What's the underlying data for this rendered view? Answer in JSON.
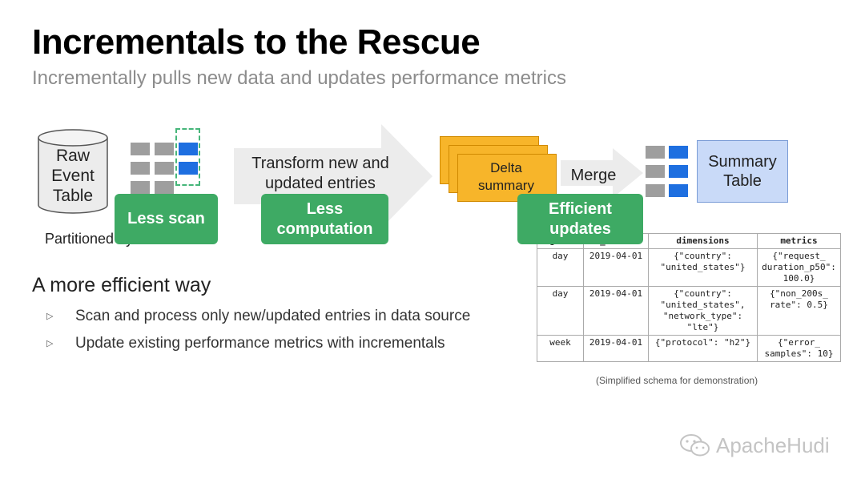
{
  "header": {
    "title": "Incrementals to the Rescue",
    "subtitle": "Incrementally pulls new data and updates performance metrics"
  },
  "diagram": {
    "source_label": "Raw\nEvent\nTable",
    "partitioned_label": "Partitioned by",
    "transform_label": "Transform new and\nupdated entries",
    "delta_label": "Delta\nsummary",
    "merge_label": "Merge",
    "summary_label": "Summary\nTable",
    "badges": {
      "less_scan": "Less scan",
      "less_computation": "Less\ncomputation",
      "efficient_updates": "Efficient\nupdates"
    }
  },
  "section": {
    "heading": "A more efficient way",
    "bullets": [
      "Scan and process only new/updated entries in data source",
      "Update existing performance metrics with incrementals"
    ]
  },
  "schema_table": {
    "headers": [
      "gate",
      "_start",
      "dimensions",
      "metrics"
    ],
    "rows": [
      [
        "day",
        "2019-04-01",
        "{\"country\":\n\"united_states\"}",
        "{\"request_\nduration_p50\":\n100.0}"
      ],
      [
        "day",
        "2019-04-01",
        "{\"country\":\n\"united_states\",\n\"network_type\":\n\"lte\"}",
        "{\"non_200s_\nrate\": 0.5}"
      ],
      [
        "week",
        "2019-04-01",
        "{\"protocol\": \"h2\"}",
        "{\"error_\nsamples\": 10}"
      ]
    ],
    "caption": "(Simplified schema for demonstration)"
  },
  "watermark": "ApacheHudi",
  "colors": {
    "green": "#3eaa64",
    "blue": "#1e6fe0",
    "orange": "#f7b52a",
    "summary_fill": "#c9daf8",
    "grey_cell": "#9e9e9e",
    "arrow": "#ececec"
  }
}
